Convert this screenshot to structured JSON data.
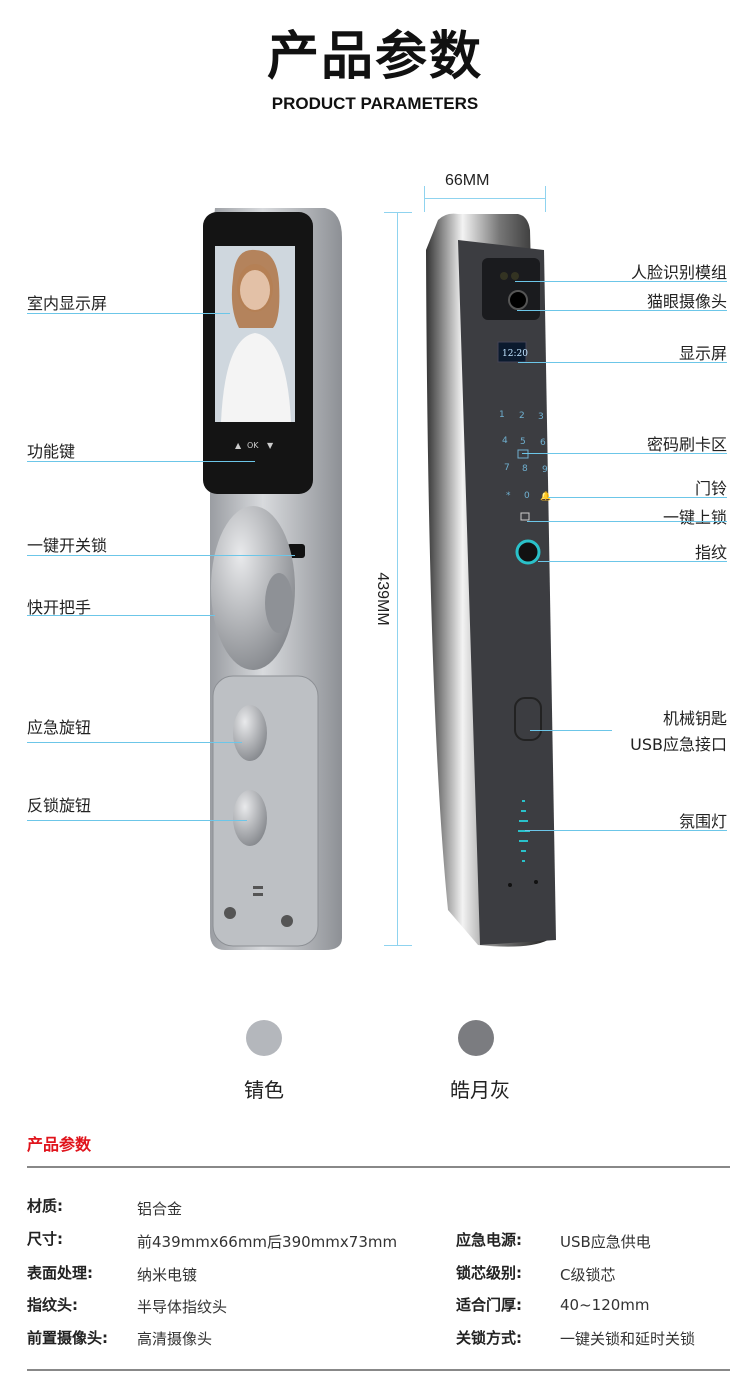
{
  "header": {
    "title": "产品参数",
    "subtitle": "PRODUCT PARAMETERS"
  },
  "dimensions": {
    "width": "66MM",
    "height": "439MM"
  },
  "left_callouts": [
    "室内显示屏",
    "功能键",
    "一键开关锁",
    "快开把手",
    "应急旋钮",
    "反锁旋钮"
  ],
  "right_callouts": [
    "人脸识别模组",
    "猫眼摄像头",
    "显示屏",
    "密码刷卡区",
    "门铃",
    "一键上锁",
    "指纹",
    "机械钥匙",
    "USB应急接口",
    "氛围灯"
  ],
  "lock_front": {
    "screen_time": "12:20",
    "keypad": [
      "1",
      "2",
      "3",
      "4",
      "5",
      "6",
      "7",
      "8",
      "9",
      "*",
      "0"
    ]
  },
  "lock_back": {
    "button_labels": [
      "▲",
      "OK",
      "▼"
    ]
  },
  "colors": [
    {
      "name": "锖色",
      "hex": "#b4b7bc"
    },
    {
      "name": "皓月灰",
      "hex": "#7b7c80"
    }
  ],
  "specs": {
    "heading": "产品参数",
    "accent": "#e0141c",
    "rows": [
      {
        "label": "材质:",
        "value": "铝合金"
      },
      {
        "label": "尺寸:",
        "value": "前439mmx66mm后390mmx73mm",
        "label2": "应急电源:",
        "value2": "USB应急供电"
      },
      {
        "label": "表面处理:",
        "value": "纳米电镀",
        "label2": "锁芯级别:",
        "value2": "C级锁芯"
      },
      {
        "label": "指纹头:",
        "value": "半导体指纹头",
        "label2": "适合门厚:",
        "value2": "40~120mm"
      },
      {
        "label": "前置摄像头:",
        "value": "高清摄像头",
        "label2": "关锁方式:",
        "value2": "一键关锁和延时关锁"
      }
    ]
  }
}
